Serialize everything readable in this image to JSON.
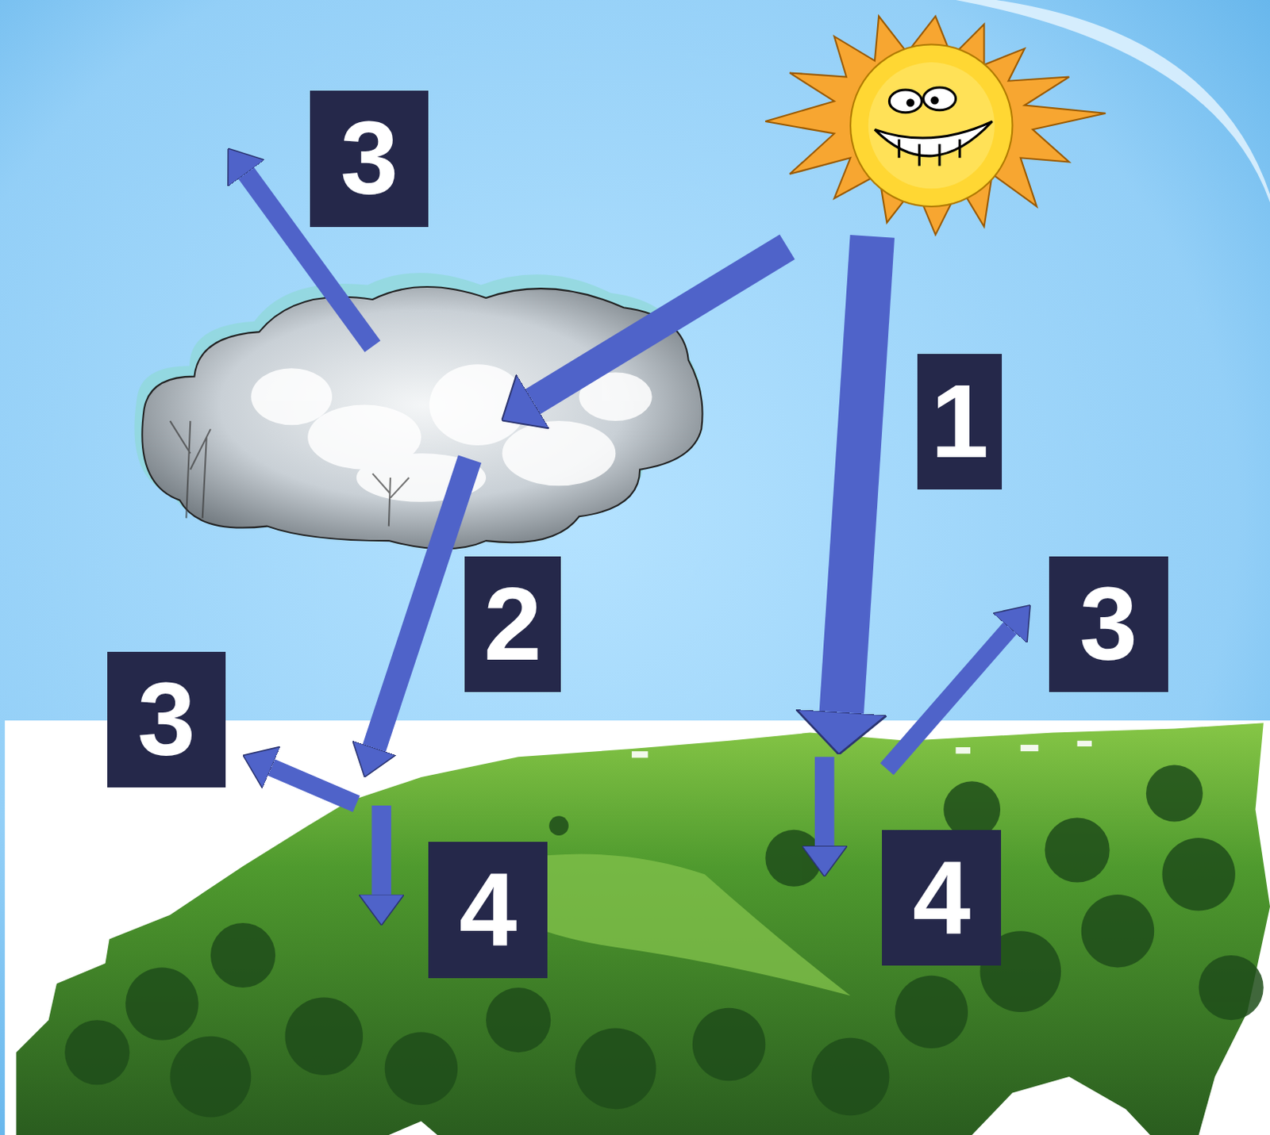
{
  "diagram": {
    "labels": [
      "3",
      "1",
      "2",
      "3",
      "3",
      "4",
      "4"
    ]
  }
}
